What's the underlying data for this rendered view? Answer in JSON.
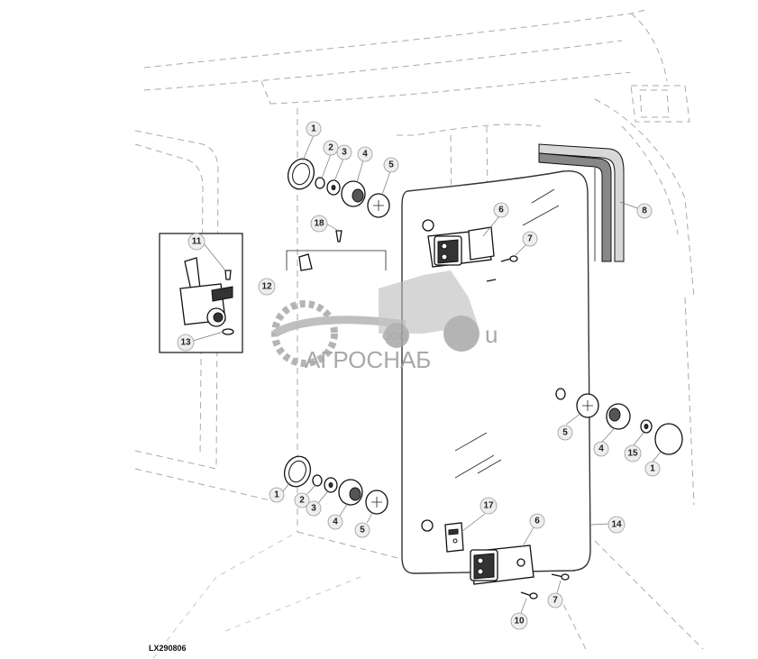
{
  "figure_code": "LX290806",
  "watermark": {
    "prefix": "ООО",
    "name": "АГРОСНАБ",
    "suffix": "u"
  },
  "callouts": [
    {
      "id": "c1-top",
      "label": "1"
    },
    {
      "id": "c2-top",
      "label": "2"
    },
    {
      "id": "c3-top",
      "label": "3"
    },
    {
      "id": "c4-top",
      "label": "4"
    },
    {
      "id": "c5-top",
      "label": "5"
    },
    {
      "id": "c6-top",
      "label": "6"
    },
    {
      "id": "c7-top",
      "label": "7"
    },
    {
      "id": "c8",
      "label": "8"
    },
    {
      "id": "c18",
      "label": "18"
    },
    {
      "id": "c11",
      "label": "11"
    },
    {
      "id": "c12",
      "label": "12"
    },
    {
      "id": "c13",
      "label": "13"
    },
    {
      "id": "c5-right",
      "label": "5"
    },
    {
      "id": "c4-right",
      "label": "4"
    },
    {
      "id": "c15",
      "label": "15"
    },
    {
      "id": "c1-right",
      "label": "1"
    },
    {
      "id": "c1-bottom",
      "label": "1"
    },
    {
      "id": "c2-bottom",
      "label": "2"
    },
    {
      "id": "c3-bottom",
      "label": "3"
    },
    {
      "id": "c4-bottom",
      "label": "4"
    },
    {
      "id": "c5-bottom",
      "label": "5"
    },
    {
      "id": "c17",
      "label": "17"
    },
    {
      "id": "c6-bottom",
      "label": "6"
    },
    {
      "id": "c14",
      "label": "14"
    },
    {
      "id": "c7-bottom",
      "label": "7"
    },
    {
      "id": "c10",
      "label": "10"
    }
  ]
}
